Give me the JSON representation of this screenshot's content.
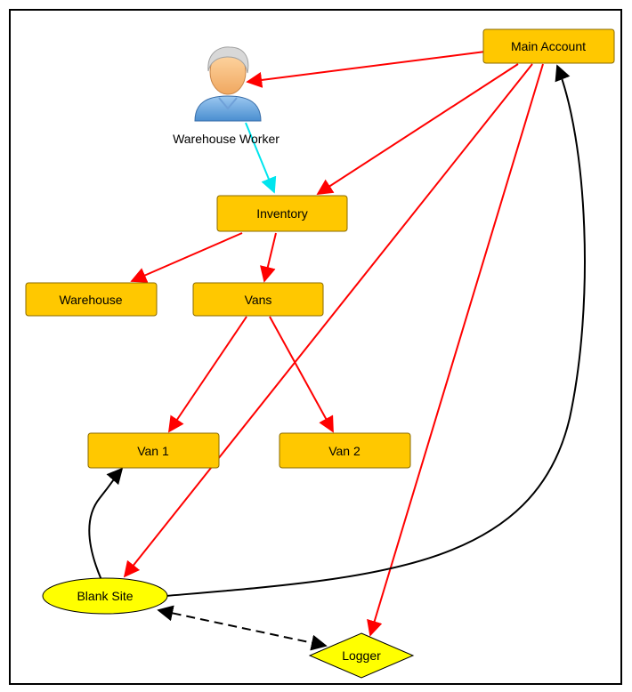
{
  "diagram": {
    "colors": {
      "box_fill": "#FFC800",
      "box_border": "#C8A000",
      "ellipse_fill": "#FFFF00",
      "diamond_fill": "#FFFF00",
      "red_edge": "#FF0000",
      "cyan_edge": "#00E5EE",
      "black_edge": "#000000"
    },
    "nodes": {
      "main_account": {
        "label": "Main Account",
        "shape": "rectangle"
      },
      "warehouse_worker": {
        "label": "Warehouse Worker",
        "shape": "person-icon"
      },
      "inventory": {
        "label": "Inventory",
        "shape": "rectangle"
      },
      "warehouse": {
        "label": "Warehouse",
        "shape": "rectangle"
      },
      "vans": {
        "label": "Vans",
        "shape": "rectangle"
      },
      "van1": {
        "label": "Van 1",
        "shape": "rectangle"
      },
      "van2": {
        "label": "Van 2",
        "shape": "rectangle"
      },
      "blank_site": {
        "label": "Blank Site",
        "shape": "ellipse"
      },
      "logger": {
        "label": "Logger",
        "shape": "diamond"
      }
    },
    "edges": [
      {
        "from": "Main Account",
        "to": "Warehouse Worker",
        "style": "red"
      },
      {
        "from": "Main Account",
        "to": "Inventory",
        "style": "red"
      },
      {
        "from": "Main Account",
        "to": "Blank Site",
        "style": "red"
      },
      {
        "from": "Main Account",
        "to": "Logger",
        "style": "red"
      },
      {
        "from": "Warehouse Worker",
        "to": "Inventory",
        "style": "cyan"
      },
      {
        "from": "Inventory",
        "to": "Warehouse",
        "style": "red"
      },
      {
        "from": "Inventory",
        "to": "Vans",
        "style": "red"
      },
      {
        "from": "Vans",
        "to": "Van 1",
        "style": "red"
      },
      {
        "from": "Vans",
        "to": "Van 2",
        "style": "red"
      },
      {
        "from": "Blank Site",
        "to": "Van 1",
        "style": "black-curved"
      },
      {
        "from": "Blank Site",
        "to": "Main Account",
        "style": "black-curved"
      },
      {
        "from": "Blank Site",
        "to": "Logger",
        "style": "black-dashed-bidirectional"
      }
    ]
  }
}
